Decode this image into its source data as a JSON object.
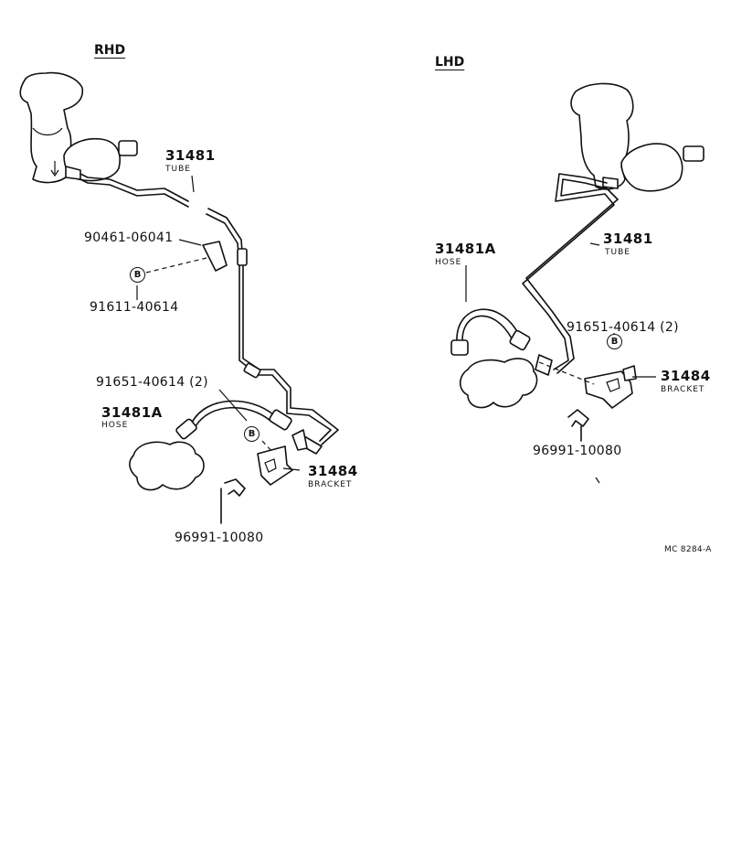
{
  "rhd": {
    "title": "RHD",
    "tube_number": "31481",
    "tube_caption": "TUBE",
    "union_bolt": "90461-06041",
    "gasket_marker": "B",
    "gasket_number": "91611-40614",
    "clip_number_pair": "91651-40614 (2)",
    "clip_marker": "B",
    "hose_number": "31481A",
    "hose_caption": "HOSE",
    "bracket_number": "31484",
    "bracket_caption": "BRACKET",
    "retainer_number": "96991-10080"
  },
  "lhd": {
    "title": "LHD",
    "tube_number": "31481",
    "tube_caption": "TUBE",
    "hose_number": "31481A",
    "hose_caption": "HOSE",
    "clip_number_pair": "91651-40614 (2)",
    "clip_marker": "B",
    "bracket_number": "31484",
    "bracket_caption": "BRACKET",
    "retainer_number": "96991-10080"
  },
  "drawing_code": "MC 8284-A"
}
